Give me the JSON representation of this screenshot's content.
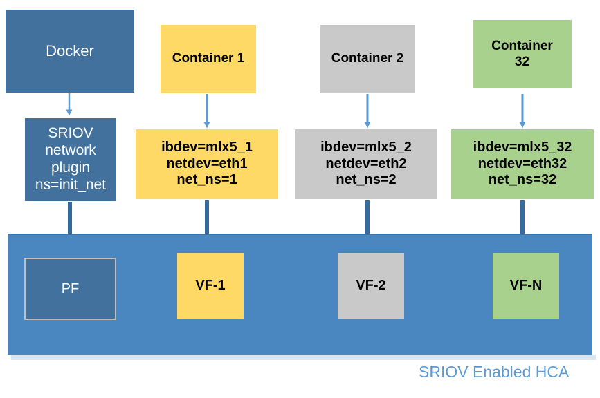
{
  "diagram": {
    "title_caption": "SRIOV Enabled HCA",
    "colors": {
      "docker_blue": "#41719C",
      "band_blue": "#4A87C0",
      "container1_yellow": "#FFD966",
      "container2_gray": "#C9C9C9",
      "container32_green": "#A9D18E",
      "caption_blue": "#5B9BD5",
      "arrow_light_blue": "#5B9BD5",
      "arrow_dark_blue": "#336699"
    },
    "host": {
      "docker_label": "Docker",
      "plugin_label": "SRIOV\nnetwork\nplugin\nns=init_net"
    },
    "containers": [
      {
        "name": "container-1",
        "title": "Container 1",
        "details": "ibdev=mlx5_1\nnetdev=eth1\nnet_ns=1",
        "vf_label": "VF-1",
        "color": "#FFD966"
      },
      {
        "name": "container-2",
        "title": "Container 2",
        "details": "ibdev=mlx5_2\nnetdev=eth2\nnet_ns=2",
        "vf_label": "VF-2",
        "color": "#C9C9C9"
      },
      {
        "name": "container-32",
        "title": "Container\n32",
        "details": "ibdev=mlx5_32\nnetdev=eth32\nnet_ns=32",
        "vf_label": "VF-N",
        "color": "#A9D18E"
      }
    ],
    "hardware": {
      "pf_label": "PF"
    }
  }
}
